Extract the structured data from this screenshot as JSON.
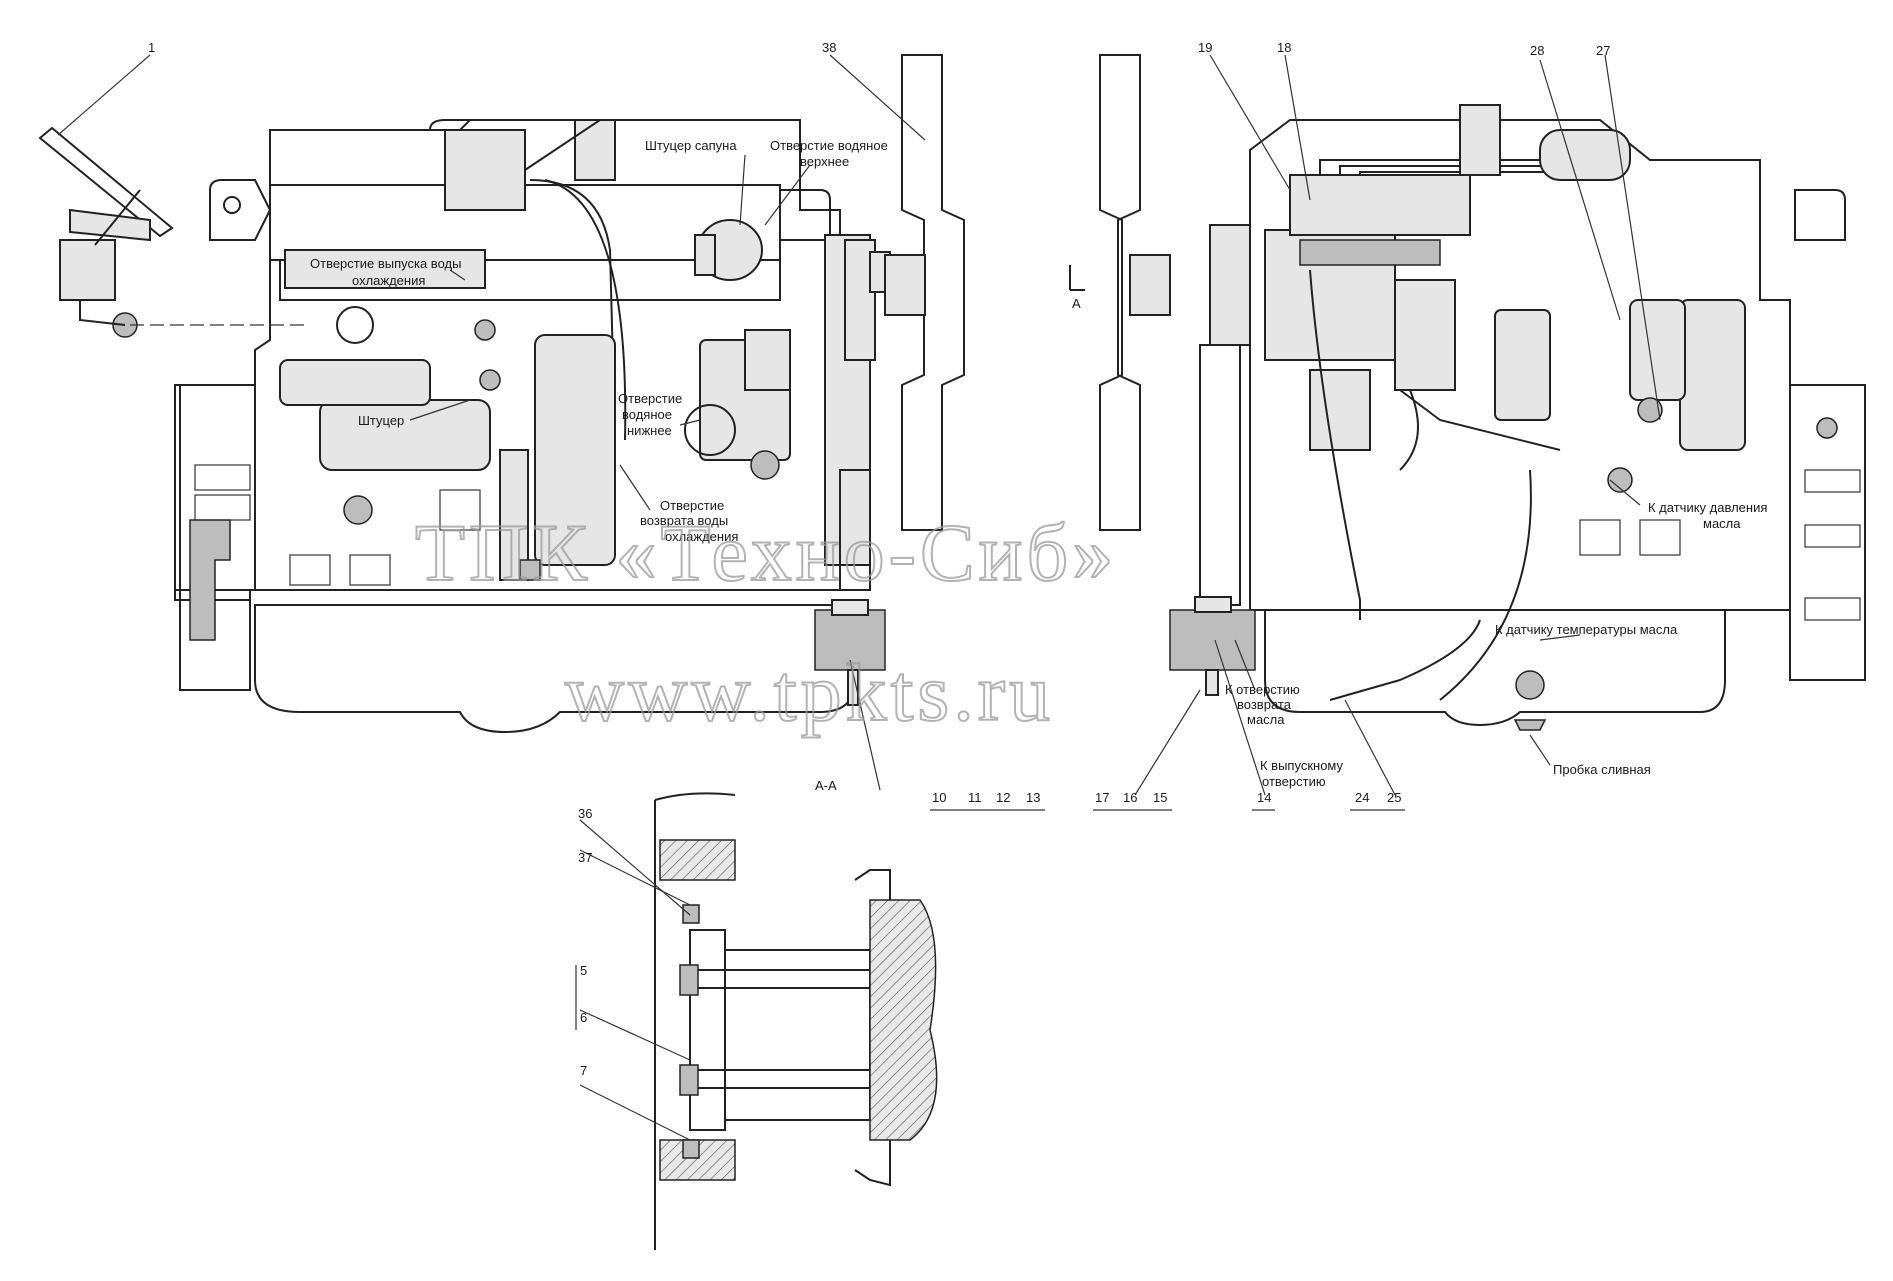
{
  "labels": {
    "breather_fitting": "Штуцер сапуна",
    "upper_water_hole_1": "Отверстие водяное",
    "upper_water_hole_2": "верхнее",
    "coolant_outlet_1": "Отверстие выпуска воды",
    "coolant_outlet_2": "охлаждения",
    "fitting": "Штуцер",
    "lower_water_hole_1": "Отверстие",
    "lower_water_hole_2": "водяное",
    "lower_water_hole_3": "нижнее",
    "coolant_return_1": "Отверстие",
    "coolant_return_2": "возврата воды",
    "coolant_return_3": "охлаждения",
    "oil_pressure_sensor_1": "К датчику давления",
    "oil_pressure_sensor_2": "масла",
    "oil_temp_sensor": "К датчику температуры масла",
    "oil_return_1": "К отверстию",
    "oil_return_2": "возврата",
    "oil_return_3": "масла",
    "exhaust_hole_1": "К выпускному",
    "exhaust_hole_2": "отверстию",
    "drain_plug": "Пробка сливная",
    "section_mark": "А",
    "section_title": "А-А"
  },
  "callouts": {
    "n1": "1",
    "n38": "38",
    "n19": "19",
    "n18": "18",
    "n28": "28",
    "n27": "27",
    "n10": "10",
    "n11": "11",
    "n12": "12",
    "n13": "13",
    "n17": "17",
    "n16": "16",
    "n15": "15",
    "n14": "14",
    "n24": "24",
    "n25": "25",
    "n36": "36",
    "n37": "37",
    "n5": "5",
    "n6": "6",
    "n7": "7"
  },
  "watermark": {
    "line1": "ТПК «Техно-Сиб»",
    "line2": "www.tpkts.ru"
  }
}
